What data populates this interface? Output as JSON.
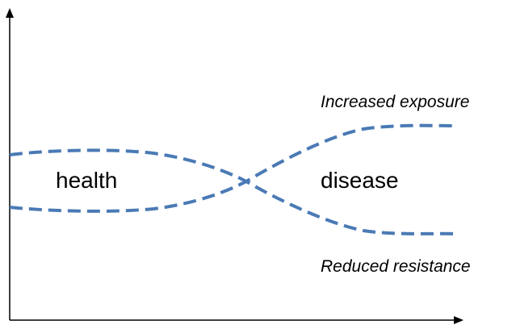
{
  "labels": {
    "health": "health",
    "disease": "disease",
    "increased_exposure": "Increased exposure",
    "reduced_resistance": "Reduced resistance"
  },
  "colors": {
    "axis": "#000000",
    "curve": "#4a7ab5",
    "text": "#000000"
  }
}
